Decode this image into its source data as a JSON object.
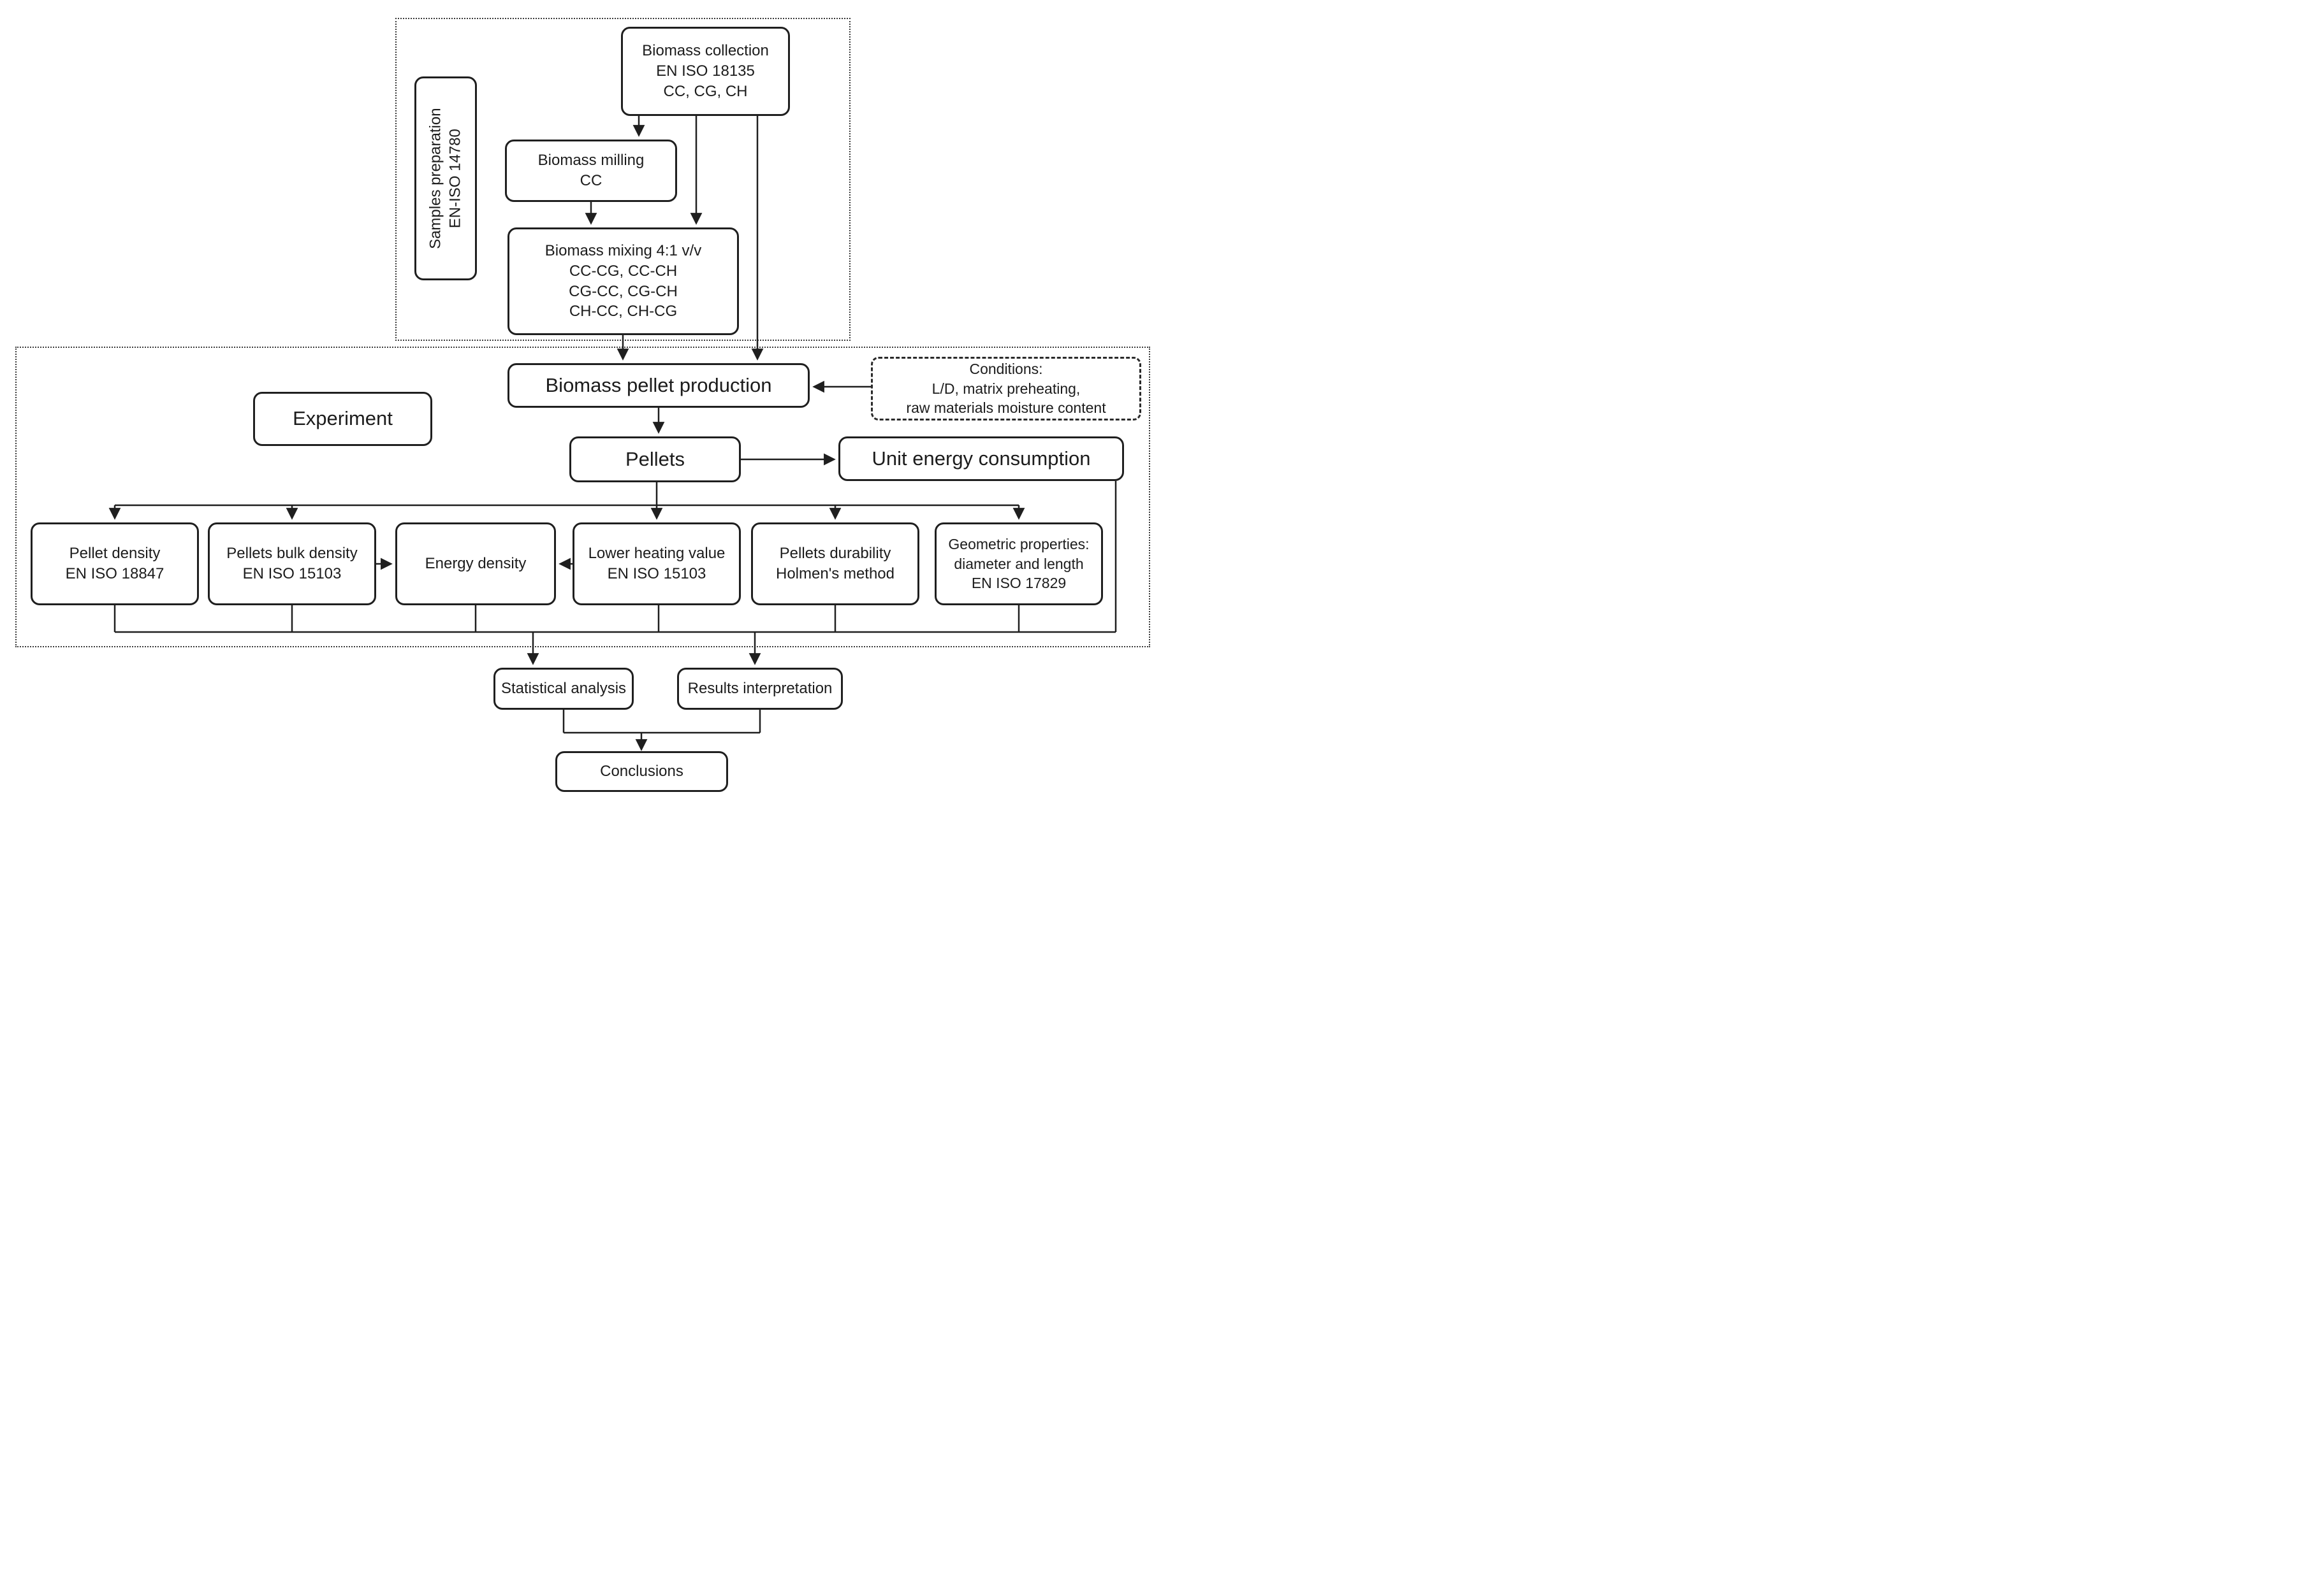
{
  "colors": {
    "ink": "#1f1f1f",
    "background": "#ffffff"
  },
  "nodes": {
    "biomass_collection": {
      "lines": [
        "Biomass collection",
        "EN ISO 18135",
        "CC, CG, CH"
      ]
    },
    "samples_preparation": {
      "lines": [
        "Samples preparation",
        "EN-ISO 14780"
      ]
    },
    "biomass_milling": {
      "lines": [
        "Biomass milling",
        "CC"
      ]
    },
    "biomass_mixing": {
      "lines": [
        "Biomass mixing 4:1 v/v",
        "CC-CG, CC-CH",
        "CG-CC, CG-CH",
        "CH-CC, CH-CG"
      ]
    },
    "biomass_pellet_production": {
      "lines": [
        "Biomass pellet production"
      ]
    },
    "conditions": {
      "lines": [
        "Conditions:",
        "L/D, matrix preheating,",
        "raw materials moisture content"
      ]
    },
    "experiment": {
      "lines": [
        "Experiment"
      ]
    },
    "pellets": {
      "lines": [
        "Pellets"
      ]
    },
    "unit_energy_consumption": {
      "lines": [
        "Unit energy consumption"
      ]
    },
    "pellet_density": {
      "lines": [
        "Pellet density",
        "EN ISO 18847"
      ]
    },
    "pellets_bulk_density": {
      "lines": [
        "Pellets bulk density",
        "EN ISO 15103"
      ]
    },
    "energy_density": {
      "lines": [
        "Energy density"
      ]
    },
    "lower_heating_value": {
      "lines": [
        "Lower heating value",
        "EN ISO 15103"
      ]
    },
    "pellets_durability": {
      "lines": [
        "Pellets durability",
        "Holmen's method"
      ]
    },
    "geometric_properties": {
      "lines": [
        "Geometric properties:",
        "diameter and length",
        "EN ISO 17829"
      ]
    },
    "statistical_analysis": {
      "lines": [
        "Statistical analysis"
      ]
    },
    "results_interpretation": {
      "lines": [
        "Results interpretation"
      ]
    },
    "conclusions": {
      "lines": [
        "Conclusions"
      ]
    }
  }
}
